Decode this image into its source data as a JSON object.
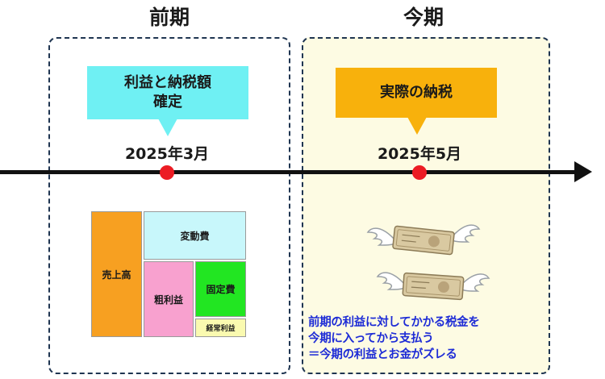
{
  "headings": {
    "previous": "前期",
    "current": "今期"
  },
  "callouts": {
    "previous": [
      "利益と納税額",
      "確定"
    ],
    "current": "実際の納税"
  },
  "dates": {
    "previous": "2025年3月",
    "current": "2025年5月"
  },
  "blocks": {
    "sales": "売上高",
    "variable_cost": "変動費",
    "gross_profit": "粗利益",
    "fixed_cost": "固定費",
    "ordinary_profit": "経常利益"
  },
  "note": [
    "前期の利益に対してかかる税金を",
    "今期に入ってから支払う",
    "＝今期の利益とお金がズレる"
  ],
  "colors": {
    "panel_border": "#1f3551",
    "current_panel_bg": "#fdfbe3",
    "callout_previous": "#6ff0f3",
    "callout_current": "#f8b10c",
    "marker": "#ec1c24",
    "sales": "#f7a021",
    "variable_cost": "#c8f7fb",
    "gross_profit": "#f8a1cf",
    "fixed_cost": "#22e622",
    "ordinary_profit": "#fafab0",
    "note_text": "#1d2bd6"
  },
  "icons": [
    "flying-money-icon",
    "flying-money-icon"
  ]
}
